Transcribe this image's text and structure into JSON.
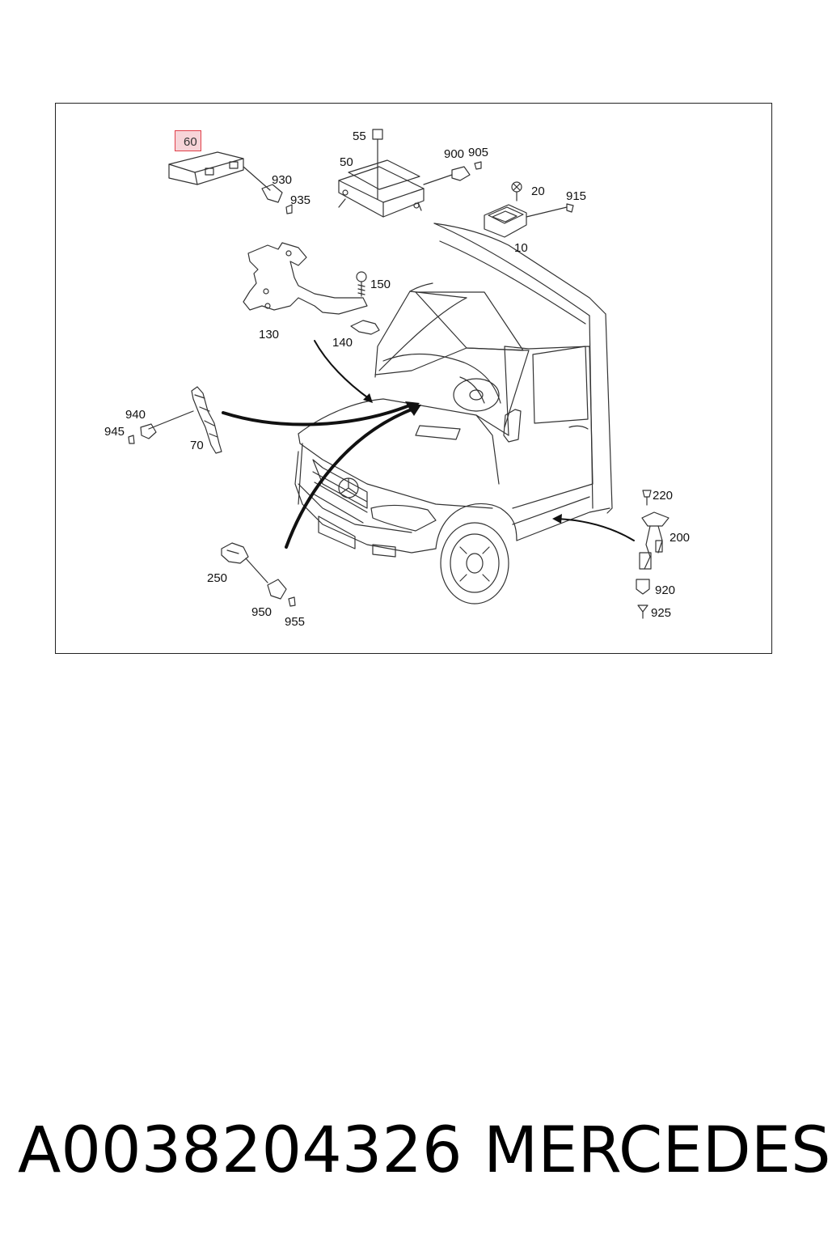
{
  "diagram": {
    "callouts": [
      {
        "id": "60",
        "label": "60",
        "highlighted": true
      },
      {
        "id": "55",
        "label": "55"
      },
      {
        "id": "50",
        "label": "50"
      },
      {
        "id": "900",
        "label": "900"
      },
      {
        "id": "905",
        "label": "905"
      },
      {
        "id": "930",
        "label": "930"
      },
      {
        "id": "935",
        "label": "935"
      },
      {
        "id": "20",
        "label": "20"
      },
      {
        "id": "915",
        "label": "915"
      },
      {
        "id": "10",
        "label": "10"
      },
      {
        "id": "150",
        "label": "150"
      },
      {
        "id": "130",
        "label": "130"
      },
      {
        "id": "140",
        "label": "140"
      },
      {
        "id": "940",
        "label": "940"
      },
      {
        "id": "945",
        "label": "945"
      },
      {
        "id": "70",
        "label": "70"
      },
      {
        "id": "220",
        "label": "220"
      },
      {
        "id": "200",
        "label": "200"
      },
      {
        "id": "920",
        "label": "920"
      },
      {
        "id": "925",
        "label": "925"
      },
      {
        "id": "250",
        "label": "250"
      },
      {
        "id": "950",
        "label": "950"
      },
      {
        "id": "955",
        "label": "955"
      }
    ],
    "highlight_color": "#e0404a",
    "line_color": "#222222"
  },
  "footer": {
    "part_number": "A0038204326",
    "brand": "MERCEDES"
  }
}
